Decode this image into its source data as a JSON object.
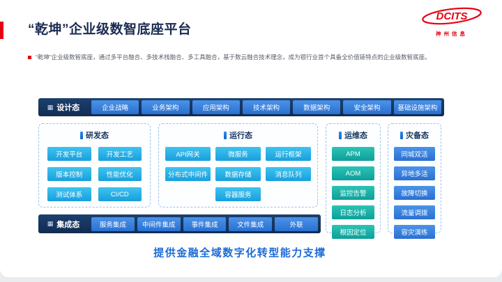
{
  "slide": {
    "title": "“乾坤”企业级数智底座平台",
    "description": "“乾坤”企业级数智底座，通过多平台融合、多技术栈融合、多工具融合，基于数云融合技术理念，成为银行业首个具备全价值链特点的企业级数智底座。",
    "caption": "提供金融全域数字化转型能力支撑"
  },
  "logo": {
    "brand": "DCITS",
    "company": "神州信息"
  },
  "diagram": {
    "design": {
      "label": "设计态",
      "items": [
        "企业战略",
        "业务架构",
        "应用架构",
        "技术架构",
        "数据架构",
        "安全架构",
        "基础设施架构"
      ]
    },
    "dev": {
      "label": "研发态",
      "items": [
        "开发平台",
        "开发工艺",
        "版本控制",
        "性能优化",
        "测试体系",
        "CI/CD"
      ]
    },
    "runtime": {
      "label": "运行态",
      "items": [
        "API网关",
        "微服务",
        "运行框架",
        "分布式中间件",
        "数据存储",
        "消息队列",
        "容器服务"
      ]
    },
    "ops": {
      "label": "运维态",
      "items": [
        "APM",
        "AOM",
        "监控告警",
        "日志分析",
        "根因定位"
      ]
    },
    "disaster": {
      "label": "灾备态",
      "items": [
        "同城双活",
        "异地多活",
        "故障切换",
        "流量调拨",
        "容灾演练"
      ]
    },
    "integration": {
      "label": "集成态",
      "items": [
        "服务集成",
        "中间件集成",
        "事件集成",
        "文件集成",
        "外联"
      ]
    }
  },
  "colors": {
    "accent_red": "#e60012",
    "navy": "#15325c",
    "blue_chip": "#2a70d2",
    "cyan_chip": "#189fdd",
    "teal_chip": "#0d9f9b",
    "caption_blue": "#1b6cd6"
  }
}
